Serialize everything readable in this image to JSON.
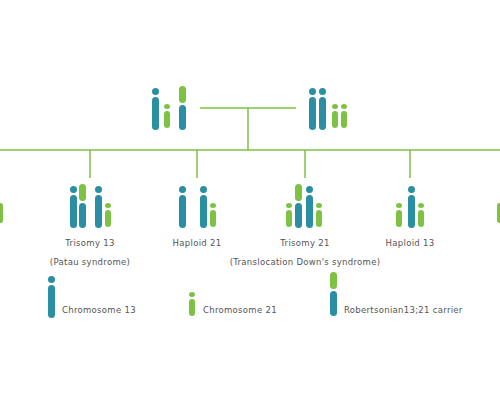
{
  "diagram": {
    "labels": [
      "Trisomy 13",
      "(Patau syndrome)",
      "Haploid 21",
      "Trisomy 21",
      "(Translocation Down's syndrome)",
      "Haploid 13"
    ],
    "legend": [
      {
        "text": "Chromosome 13"
      },
      {
        "text": "Chromosome 21"
      },
      {
        "text": "Robertsonian13;21 carrier"
      }
    ]
  }
}
